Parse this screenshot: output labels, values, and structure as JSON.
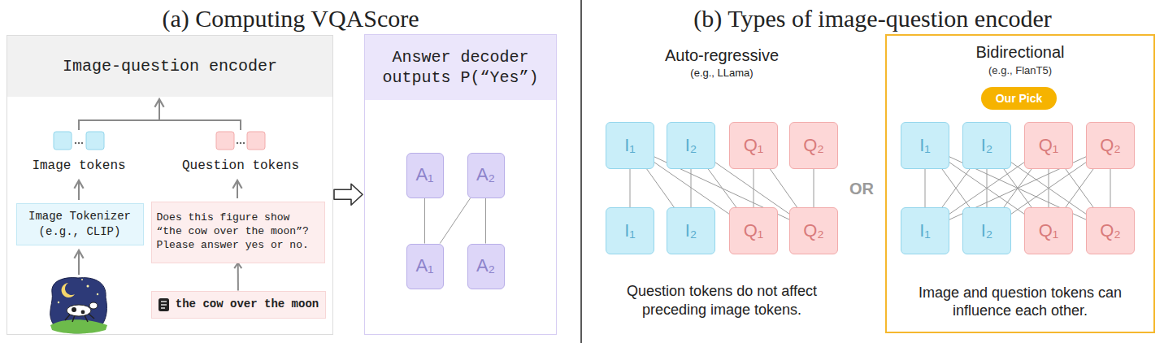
{
  "diagram": {
    "nodes": [
      {
        "text": [
          "Image-question encoder"
        ]
      },
      {
        "text": [
          "Image Tokenizer (e.g., CLIP)"
        ],
        "in": 0
      },
      {
        "text": [
          "Does this figure show “the cow over the moon”? Please answer yes or no."
        ],
        "in": 0
      },
      {
        "text": [
          "the cow over the moon"
        ],
        "in": 0
      },
      {
        "text": [
          "Answer decoder outputs P(“Yes”)"
        ]
      },
      {
        "text": [
          "A₁"
        ],
        "in": 4
      },
      {
        "text": [
          "A₂"
        ],
        "in": 4
      },
      {
        "text": [
          "A₁"
        ],
        "in": 4
      },
      {
        "text": [
          "A₂"
        ],
        "in": 4
      },
      {
        "text": [
          "I₁"
        ]
      },
      {
        "text": [
          "I₂"
        ]
      },
      {
        "text": [
          "Q₁"
        ]
      },
      {
        "text": [
          "Q₂"
        ]
      },
      {
        "text": [
          "I₁"
        ]
      },
      {
        "text": [
          "I₂"
        ]
      },
      {
        "text": [
          "Q₁"
        ]
      },
      {
        "text": [
          "Q₂"
        ]
      },
      {
        "text": [
          "Bidirectional",
          "(e.g., FlanT5)",
          "Image and question tokens can influence each other."
        ]
      },
      {
        "text": [
          "Our Pick"
        ],
        "in": 17
      },
      {
        "text": [
          "I₁"
        ],
        "in": 17
      },
      {
        "text": [
          "I₂"
        ],
        "in": 17
      },
      {
        "text": [
          "Q₁"
        ],
        "in": 17
      },
      {
        "text": [
          "Q₂"
        ],
        "in": 17
      },
      {
        "text": [
          "I₁"
        ],
        "in": 17
      },
      {
        "text": [
          "I₂"
        ],
        "in": 17
      },
      {
        "text": [
          "Q₁"
        ],
        "in": 17
      },
      {
        "text": [
          "Q₂"
        ],
        "in": 17
      }
    ],
    "edges": [
      {
        "from": 0,
        "to": 4,
        "arrow": "to"
      },
      {
        "from": 3,
        "to": 2,
        "arrow": "to"
      },
      {
        "from": 5,
        "to": 7,
        "arrow": "none"
      },
      {
        "from": 6,
        "to": 7,
        "arrow": "none"
      },
      {
        "from": 6,
        "to": 8,
        "arrow": "none"
      },
      {
        "from": 9,
        "to": 13,
        "arrow": "none"
      },
      {
        "from": 9,
        "to": 14,
        "arrow": "none"
      },
      {
        "from": 9,
        "to": 15,
        "arrow": "none"
      },
      {
        "from": 9,
        "to": 16,
        "arrow": "none"
      },
      {
        "from": 10,
        "to": 14,
        "arrow": "none"
      },
      {
        "from": 10,
        "to": 15,
        "arrow": "none"
      },
      {
        "from": 10,
        "to": 16,
        "arrow": "none"
      },
      {
        "from": 11,
        "to": 15,
        "arrow": "none"
      },
      {
        "from": 11,
        "to": 16,
        "arrow": "none"
      },
      {
        "from": 12,
        "to": 16,
        "arrow": "none"
      },
      {
        "from": 19,
        "to": 23,
        "arrow": "none"
      },
      {
        "from": 19,
        "to": 24,
        "arrow": "none"
      },
      {
        "from": 19,
        "to": 25,
        "arrow": "none"
      },
      {
        "from": 19,
        "to": 26,
        "arrow": "none"
      },
      {
        "from": 20,
        "to": 23,
        "arrow": "none"
      },
      {
        "from": 20,
        "to": 24,
        "arrow": "none"
      },
      {
        "from": 20,
        "to": 25,
        "arrow": "none"
      },
      {
        "from": 20,
        "to": 26,
        "arrow": "none"
      },
      {
        "from": 21,
        "to": 23,
        "arrow": "none"
      },
      {
        "from": 21,
        "to": 24,
        "arrow": "none"
      },
      {
        "from": 21,
        "to": 25,
        "arrow": "none"
      },
      {
        "from": 21,
        "to": 26,
        "arrow": "none"
      },
      {
        "from": 22,
        "to": 23,
        "arrow": "none"
      },
      {
        "from": 22,
        "to": 24,
        "arrow": "none"
      },
      {
        "from": 22,
        "to": 25,
        "arrow": "none"
      },
      {
        "from": 22,
        "to": 26,
        "arrow": "none"
      }
    ],
    "labels": [
      "(a) Computing VQAScore",
      "(b) Types of image-question encoder",
      "Image tokens",
      "Question tokens",
      "Auto-regressive",
      "(e.g., LLama)",
      "OR",
      "Question tokens do not affect preceding image tokens."
    ]
  }
}
